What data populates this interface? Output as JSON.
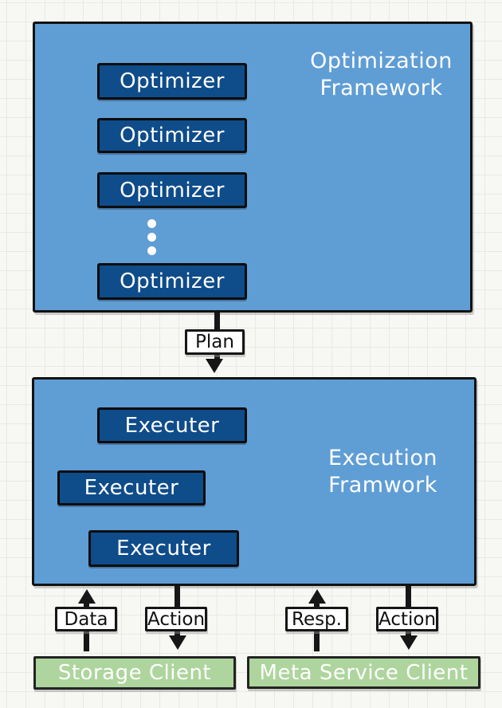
{
  "colors": {
    "frame_fill": "#5f9dd5",
    "node_fill": "#0f4c8a",
    "client_fill": "#aed59d",
    "outline": "#161616",
    "label_bg": "#ffffff",
    "text_on_blue": "#ffffff",
    "grid_line": "#e9e9e4",
    "page_bg": "#f7f7f4"
  },
  "optimization": {
    "title_line1": "Optimization",
    "title_line2": "Framework",
    "boxes": [
      "Optimizer",
      "Optimizer",
      "Optimizer",
      "Optimizer"
    ],
    "ellipsis": "vertical-3-dots"
  },
  "plan": {
    "label": "Plan",
    "direction": "down"
  },
  "execution": {
    "title_line1": "Execution",
    "title_line2": "Framwork",
    "boxes": [
      "Executer",
      "Executer",
      "Executer"
    ]
  },
  "connectors": [
    {
      "label": "Data",
      "direction": "up"
    },
    {
      "label": "Action",
      "direction": "down"
    },
    {
      "label": "Resp.",
      "direction": "up"
    },
    {
      "label": "Action",
      "direction": "down"
    }
  ],
  "clients": [
    {
      "label": "Storage Client"
    },
    {
      "label": "Meta Service Client"
    }
  ]
}
